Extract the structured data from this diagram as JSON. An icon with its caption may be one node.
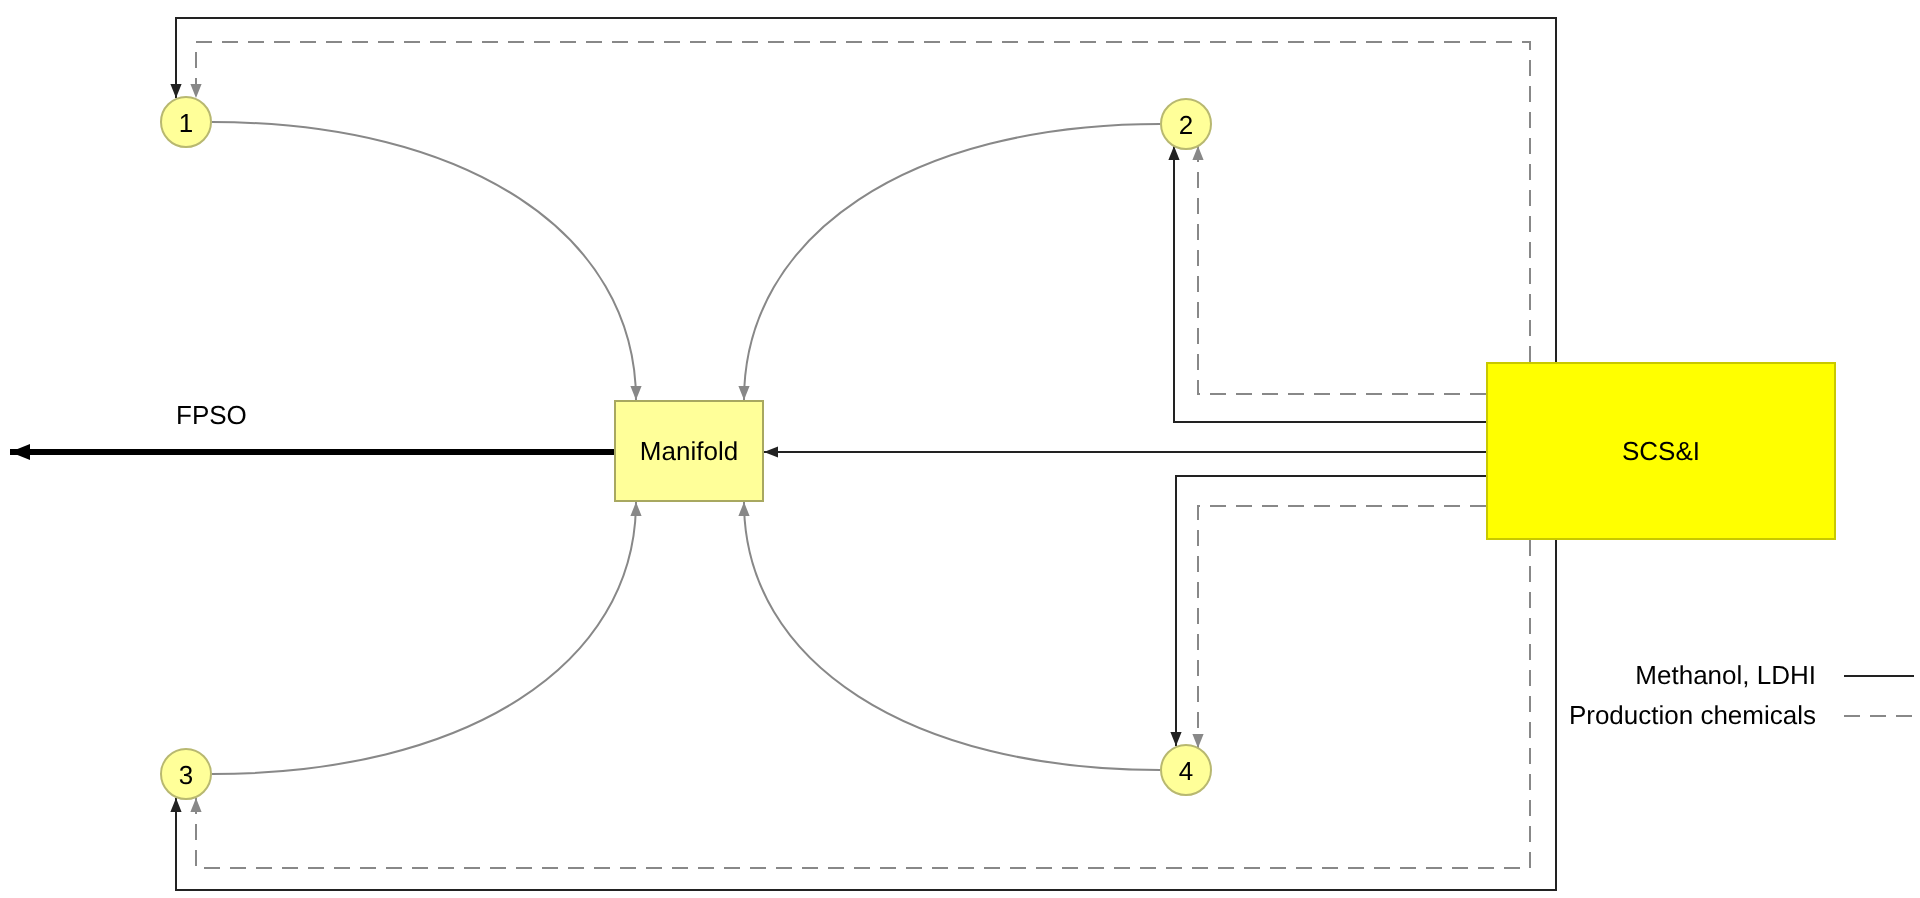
{
  "diagram": {
    "nodes": [
      {
        "text": [
          "1"
        ]
      },
      {
        "text": [
          "2"
        ]
      },
      {
        "text": [
          "Manifold"
        ]
      },
      {
        "text": [
          "SCS&I"
        ]
      },
      {
        "text": [
          "3"
        ]
      },
      {
        "text": [
          "4"
        ]
      }
    ],
    "edges": [
      {
        "from": 0,
        "to": 2,
        "arrow": "to"
      },
      {
        "from": 1,
        "to": 2,
        "arrow": "to"
      },
      {
        "from": 4,
        "to": 2,
        "arrow": "to"
      },
      {
        "from": 5,
        "to": 2,
        "arrow": "to"
      },
      {
        "from": 3,
        "to": 2,
        "arrow": "to",
        "color": "#222222"
      },
      {
        "from": 2,
        "to": null,
        "arrow": "to",
        "label": "FPSO",
        "style": "thick",
        "color": "#000000"
      },
      {
        "from": 3,
        "to": 0,
        "arrow": "to",
        "color": "#222222"
      },
      {
        "from": 3,
        "to": 0,
        "arrow": "to",
        "style": "dashed"
      },
      {
        "from": 3,
        "to": 1,
        "arrow": "to",
        "color": "#222222"
      },
      {
        "from": 3,
        "to": 1,
        "arrow": "to",
        "style": "dashed"
      },
      {
        "from": 3,
        "to": 5,
        "arrow": "to",
        "color": "#222222"
      },
      {
        "from": 3,
        "to": 5,
        "arrow": "to",
        "style": "dashed"
      },
      {
        "from": 3,
        "to": 4,
        "arrow": "to",
        "color": "#222222"
      },
      {
        "from": 3,
        "to": 4,
        "arrow": "to",
        "style": "dashed"
      }
    ],
    "legend": [
      {
        "text": "Methanol, LDHI"
      },
      {
        "text": "Production chemicals"
      }
    ]
  }
}
